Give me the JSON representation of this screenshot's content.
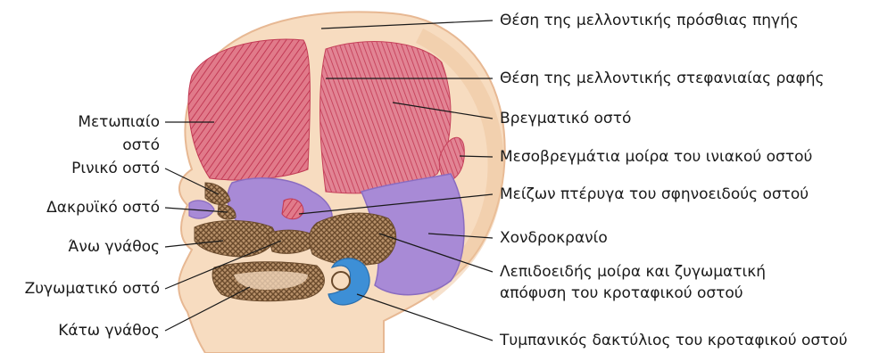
{
  "labels_left": {
    "frontal_line1": "Μετωπιαίο",
    "frontal_line2": "οστό",
    "nasal": "Ρινικό οστό",
    "lacrimal": "Δακρυϊκό οστό",
    "maxilla": "Άνω γνάθος",
    "zygomatic": "Ζυγωματικό οστό",
    "mandible": "Κάτω γνάθος"
  },
  "labels_right": {
    "anterior_fontanelle": "Θέση της μελλοντικής πρόσθιας πηγής",
    "coronal_suture": "Θέση της μελλοντικής στεφανιαίας ραφής",
    "parietal": "Βρεγματικό οστό",
    "interparietal": "Μεσοβρεγμάτια μοίρα του ινιακού οστού",
    "greater_wing_sphenoid": "Μείζων πτέρυγα του σφηνοειδούς οστού",
    "chondrocranium": "Χονδροκρανίο",
    "squamous_temporal_line1": "Λεπιδοειδής μοίρα και ζυγωματική",
    "squamous_temporal_line2": "απόφυση του κροταφικού οστού",
    "tympanic_ring": "Τυμπανικός δακτύλιος του κροταφικού οστού"
  },
  "colors": {
    "skin": "#f7dcc0",
    "skin_shadow": "#eec39c",
    "membrane_bone": "#d9576e",
    "cartilage": "#a88ad6",
    "endochondral": "#8a6a4a",
    "tympanic": "#3d8fd6",
    "leader": "#1a1a1a"
  }
}
